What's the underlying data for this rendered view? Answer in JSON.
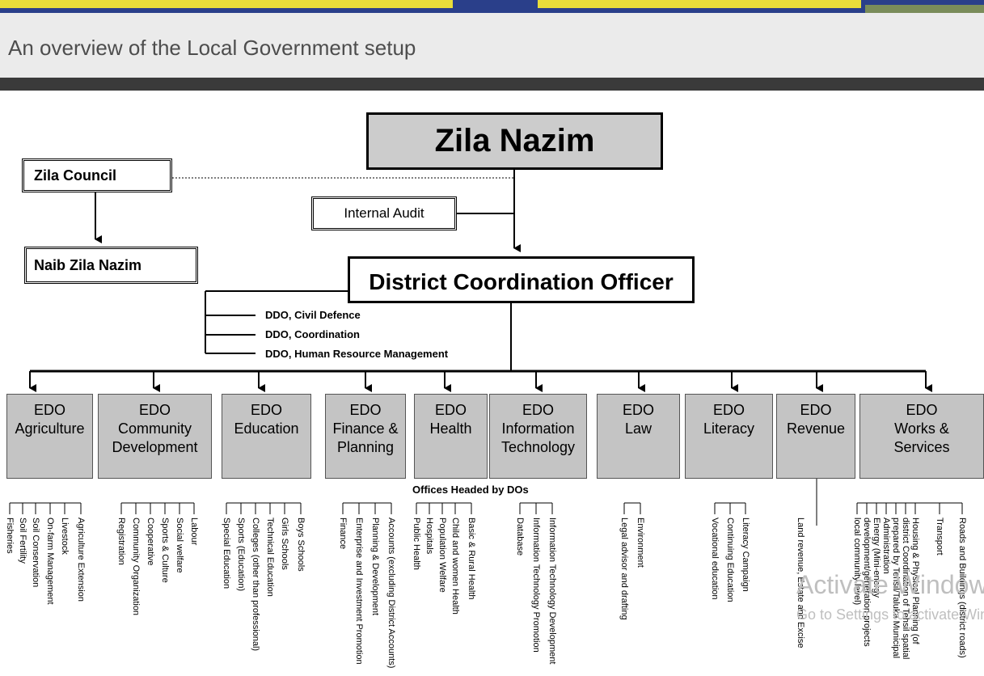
{
  "title": "An overview of the Local Government setup",
  "top": {
    "nazim": "Zila Nazim",
    "council": "Zila Council",
    "naib": "Naib Zila Nazim",
    "audit": "Internal Audit",
    "dco": "District Coordination Officer"
  },
  "ddos": [
    "DDO, Civil Defence",
    "DDO, Coordination",
    "DDO, Human Resource Management"
  ],
  "offices_heading": "Offices Headed by DOs",
  "edos": [
    {
      "l1": "EDO",
      "l2": "Agriculture",
      "l3": ""
    },
    {
      "l1": "EDO",
      "l2": "Community",
      "l3": "Development"
    },
    {
      "l1": "EDO",
      "l2": "Education",
      "l3": ""
    },
    {
      "l1": "EDO",
      "l2": "Finance &",
      "l3": "Planning"
    },
    {
      "l1": "EDO",
      "l2": "Health",
      "l3": ""
    },
    {
      "l1": "EDO",
      "l2": "Information",
      "l3": "Technology"
    },
    {
      "l1": "EDO",
      "l2": "Law",
      "l3": ""
    },
    {
      "l1": "EDO",
      "l2": "Literacy",
      "l3": ""
    },
    {
      "l1": "EDO",
      "l2": "Revenue",
      "l3": ""
    },
    {
      "l1": "EDO",
      "l2": "Works &",
      "l3": "Services"
    }
  ],
  "subs": [
    [
      "Fisheries",
      "Soil Fertility",
      "Soil Conservation",
      "On-farm Management",
      "Livestock",
      "Agriculture Extension"
    ],
    [
      "Registration",
      "Community Organization",
      "Cooperative",
      "Sports & Culture",
      "Social welfare",
      "Labour"
    ],
    [
      "Special Education",
      "Sports (Education)",
      "Colleges (other than professional)",
      "Technical Education",
      "Girls Schools",
      "Boys Schools"
    ],
    [
      "Finance",
      "Enterprise and Investment Promotion",
      "Planning & Development",
      "Accounts (excluding District Accounts)"
    ],
    [
      "Public Health",
      "Hospitals",
      "Population Welfare",
      "Child and women Health",
      "Basic & Rural Health"
    ],
    [
      "Database",
      "Information Technology Promotion",
      "Information Technology Development"
    ],
    [
      "Legal advisor and drafting",
      "Environment"
    ],
    [
      "Vocational education",
      "Continuing Education",
      "Literacy Campaign"
    ],
    [
      "Land revenue, Estate and Excise"
    ],
    [
      "local community level)",
      "development/generation projects",
      "Energy (Mini-energy",
      "Administration",
      "prepared by Tehsil/Taluka Municipal",
      "district Coordination of Tehsil spatial",
      "Housing & Physical Planning (of",
      "Transport",
      "Roads and Buildings (district roads)"
    ]
  ],
  "watermark": {
    "line1": "Activate Windows",
    "line2": "Go to Settings to activate Windows."
  },
  "colors": {
    "box_fill": "#cccccc",
    "edo_fill": "#c4c4c4",
    "title_bg": "#ebebeb"
  }
}
